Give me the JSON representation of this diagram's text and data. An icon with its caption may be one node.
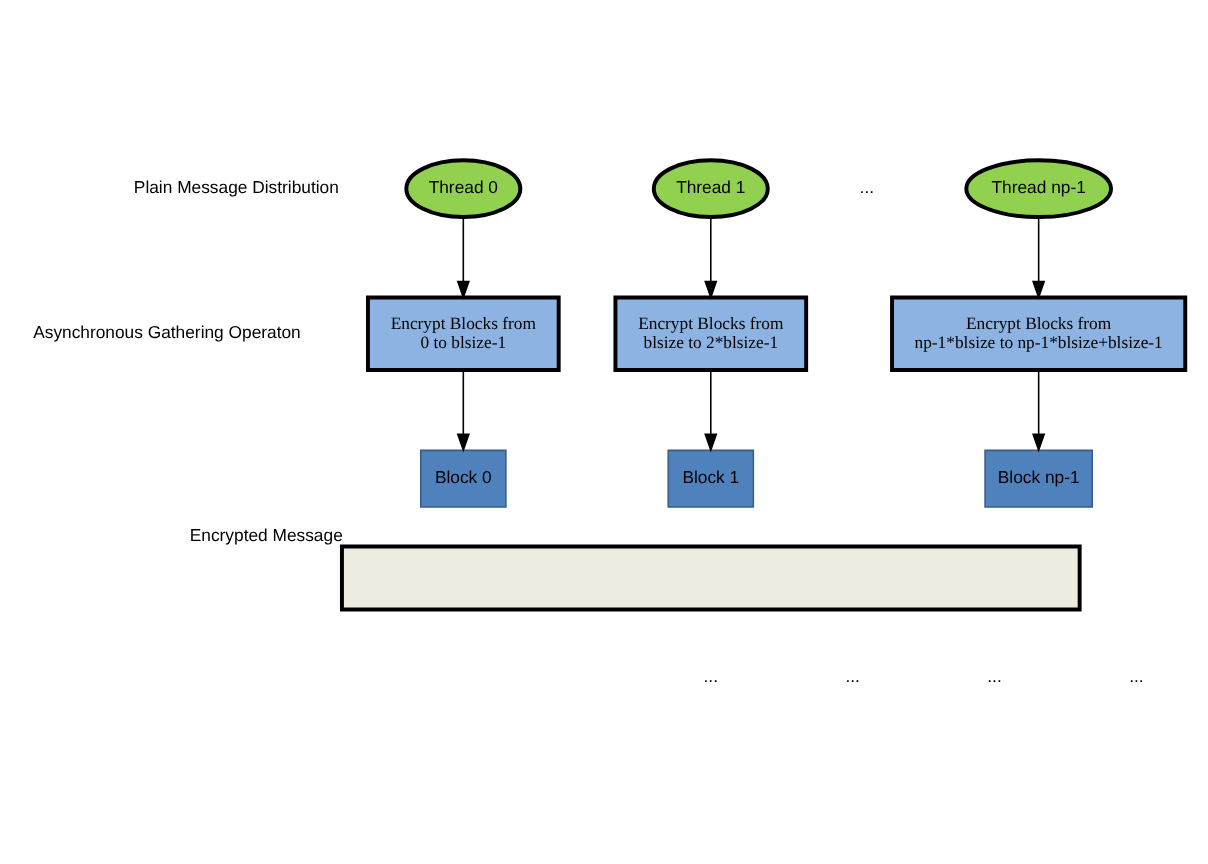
{
  "diagram": {
    "nodes": [
      {
        "text": [
          "Thread 0"
        ]
      },
      {
        "text": [
          "Thread 1"
        ]
      },
      {
        "text": [
          "Thread np-1"
        ]
      },
      {
        "text": [
          "Encrypt Blocks from",
          "0 to blsize-1"
        ]
      },
      {
        "text": [
          "Encrypt Blocks from",
          "blsize to 2*blsize-1"
        ]
      },
      {
        "text": [
          "Encrypt Blocks from",
          "np-1*blsize to np-1*blsize+blsize-1"
        ]
      },
      {
        "text": [
          "Block 0"
        ]
      },
      {
        "text": [
          "Block 1"
        ]
      },
      {
        "text": [
          "Block np-1"
        ]
      },
      {
        "text": [],
        "shape": "bar",
        "beside": [
          "Encrypted Message"
        ]
      }
    ],
    "edges": [
      {
        "from": 0,
        "to": 3,
        "arrow": "to"
      },
      {
        "from": 1,
        "to": 4,
        "arrow": "to"
      },
      {
        "from": 2,
        "to": 5,
        "arrow": "to"
      },
      {
        "from": 3,
        "to": 6,
        "arrow": "to"
      },
      {
        "from": 4,
        "to": 7,
        "arrow": "to"
      },
      {
        "from": 5,
        "to": 8,
        "arrow": "to"
      }
    ],
    "labels": [
      "...",
      "Plain Message Distribution",
      "Asynchronous Gathering Operaton",
      "...",
      "...",
      "...",
      "..."
    ]
  }
}
